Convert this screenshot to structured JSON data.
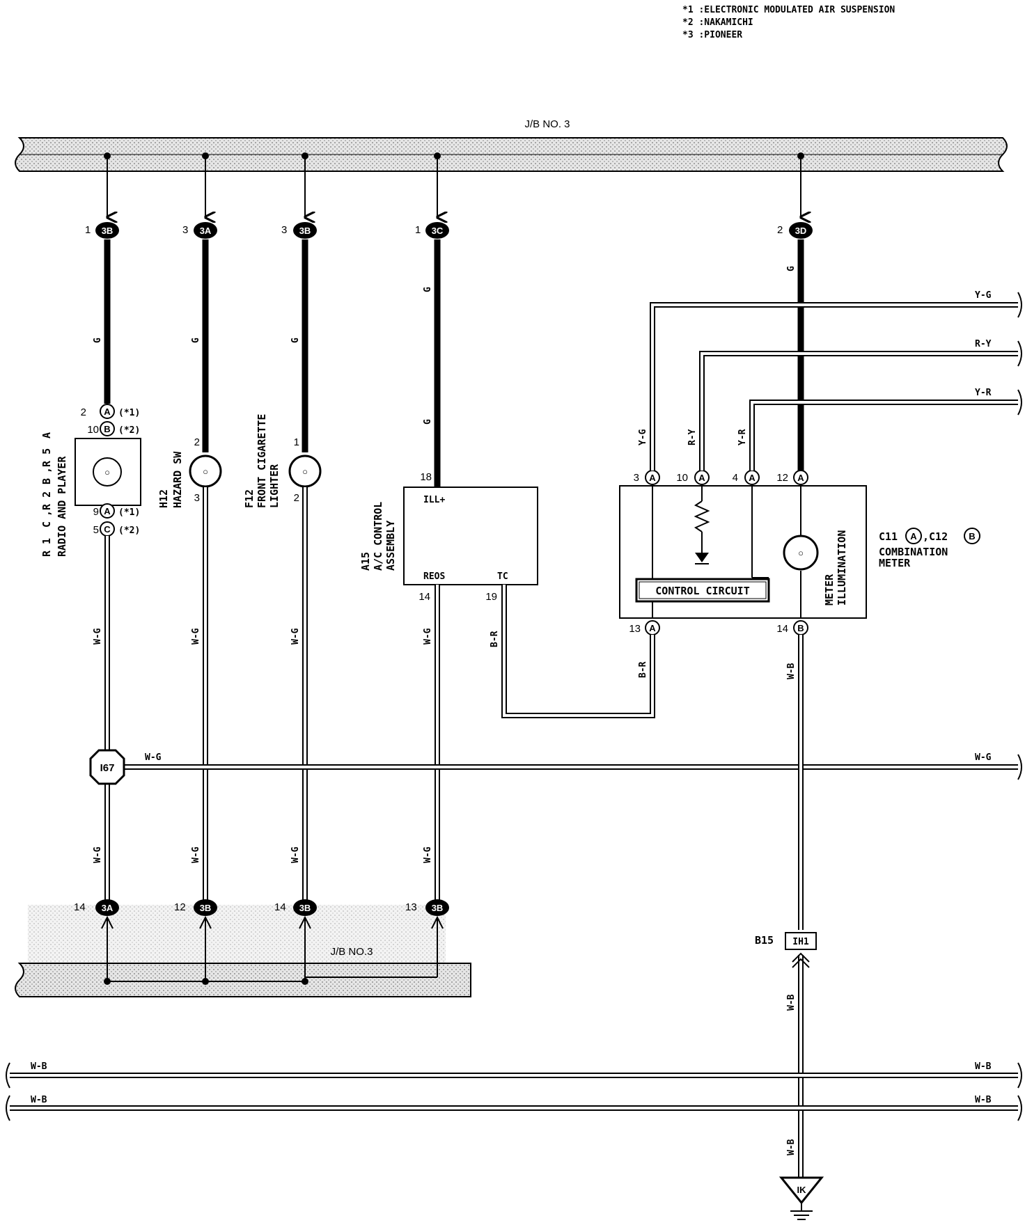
{
  "notes": [
    "*1 :ELECTRONIC MODULATED AIR SUSPENSION",
    "*2 :NAKAMICHI",
    "*3 :PIONEER"
  ],
  "jb_top": "J/B NO. 3",
  "jb_bottom": "J/B NO.3",
  "top_connectors": [
    {
      "pin": "1",
      "id": "3B"
    },
    {
      "pin": "3",
      "id": "3A"
    },
    {
      "pin": "3",
      "id": "3B"
    },
    {
      "pin": "1",
      "id": "3C"
    },
    {
      "pin": "2",
      "id": "3D"
    }
  ],
  "bottom_connectors": [
    {
      "pin": "14",
      "id": "3A"
    },
    {
      "pin": "12",
      "id": "3B"
    },
    {
      "pin": "14",
      "id": "3B"
    },
    {
      "pin": "13",
      "id": "3B"
    }
  ],
  "wire_colors": {
    "g": "G",
    "wg": "W-G",
    "br": "B-R",
    "yg": "Y-G",
    "ry": "R-Y",
    "yr": "Y-R",
    "wb": "W-B"
  },
  "radio": {
    "name_line1": "R 1",
    "c1": "C",
    "name_mid": ",R 2",
    "c2": "B",
    "name_end": ",R 5",
    "c3": "A",
    "name_line2": "RADIO AND PLAYER",
    "pin_top1": "2",
    "conn_top1": "A",
    "note_top1": "(*1)",
    "pin_top2": "10",
    "conn_top2": "B",
    "note_top2": "(*2)",
    "pin_bot1": "9",
    "conn_bot1": "A",
    "note_bot1": "(*1)",
    "pin_bot2": "5",
    "conn_bot2": "C",
    "note_bot2": "(*2)"
  },
  "hazard": {
    "code": "H12",
    "name": "HAZARD SW",
    "pin_top": "2",
    "pin_bot": "3"
  },
  "lighter": {
    "code": "F12",
    "name1": "FRONT CIGARETTE",
    "name2": "LIGHTER",
    "pin_top": "1",
    "pin_bot": "2"
  },
  "ac": {
    "code": "A15",
    "name1": "A/C CONTROL",
    "name2": "ASSEMBLY",
    "pin_ill": "18",
    "ill": "ILL+",
    "reos": "REOS",
    "tc": "TC",
    "pin_reos": "14",
    "pin_tc": "19"
  },
  "meter": {
    "code1": "C11",
    "c1": "A",
    "code2": ",C12",
    "c2": "B",
    "name1": "COMBINATION",
    "name2": "METER",
    "control": "CONTROL CIRCUIT",
    "illum1": "METER",
    "illum2": "ILLUMINATION",
    "pins": [
      {
        "pin": "3",
        "conn": "A"
      },
      {
        "pin": "10",
        "conn": "A"
      },
      {
        "pin": "4",
        "conn": "A"
      },
      {
        "pin": "12",
        "conn": "A"
      },
      {
        "pin": "13",
        "conn": "A"
      },
      {
        "pin": "14",
        "conn": "B"
      }
    ]
  },
  "junction": "I67",
  "b15": {
    "code": "B15",
    "conn": "IH1"
  },
  "ground": "IK"
}
